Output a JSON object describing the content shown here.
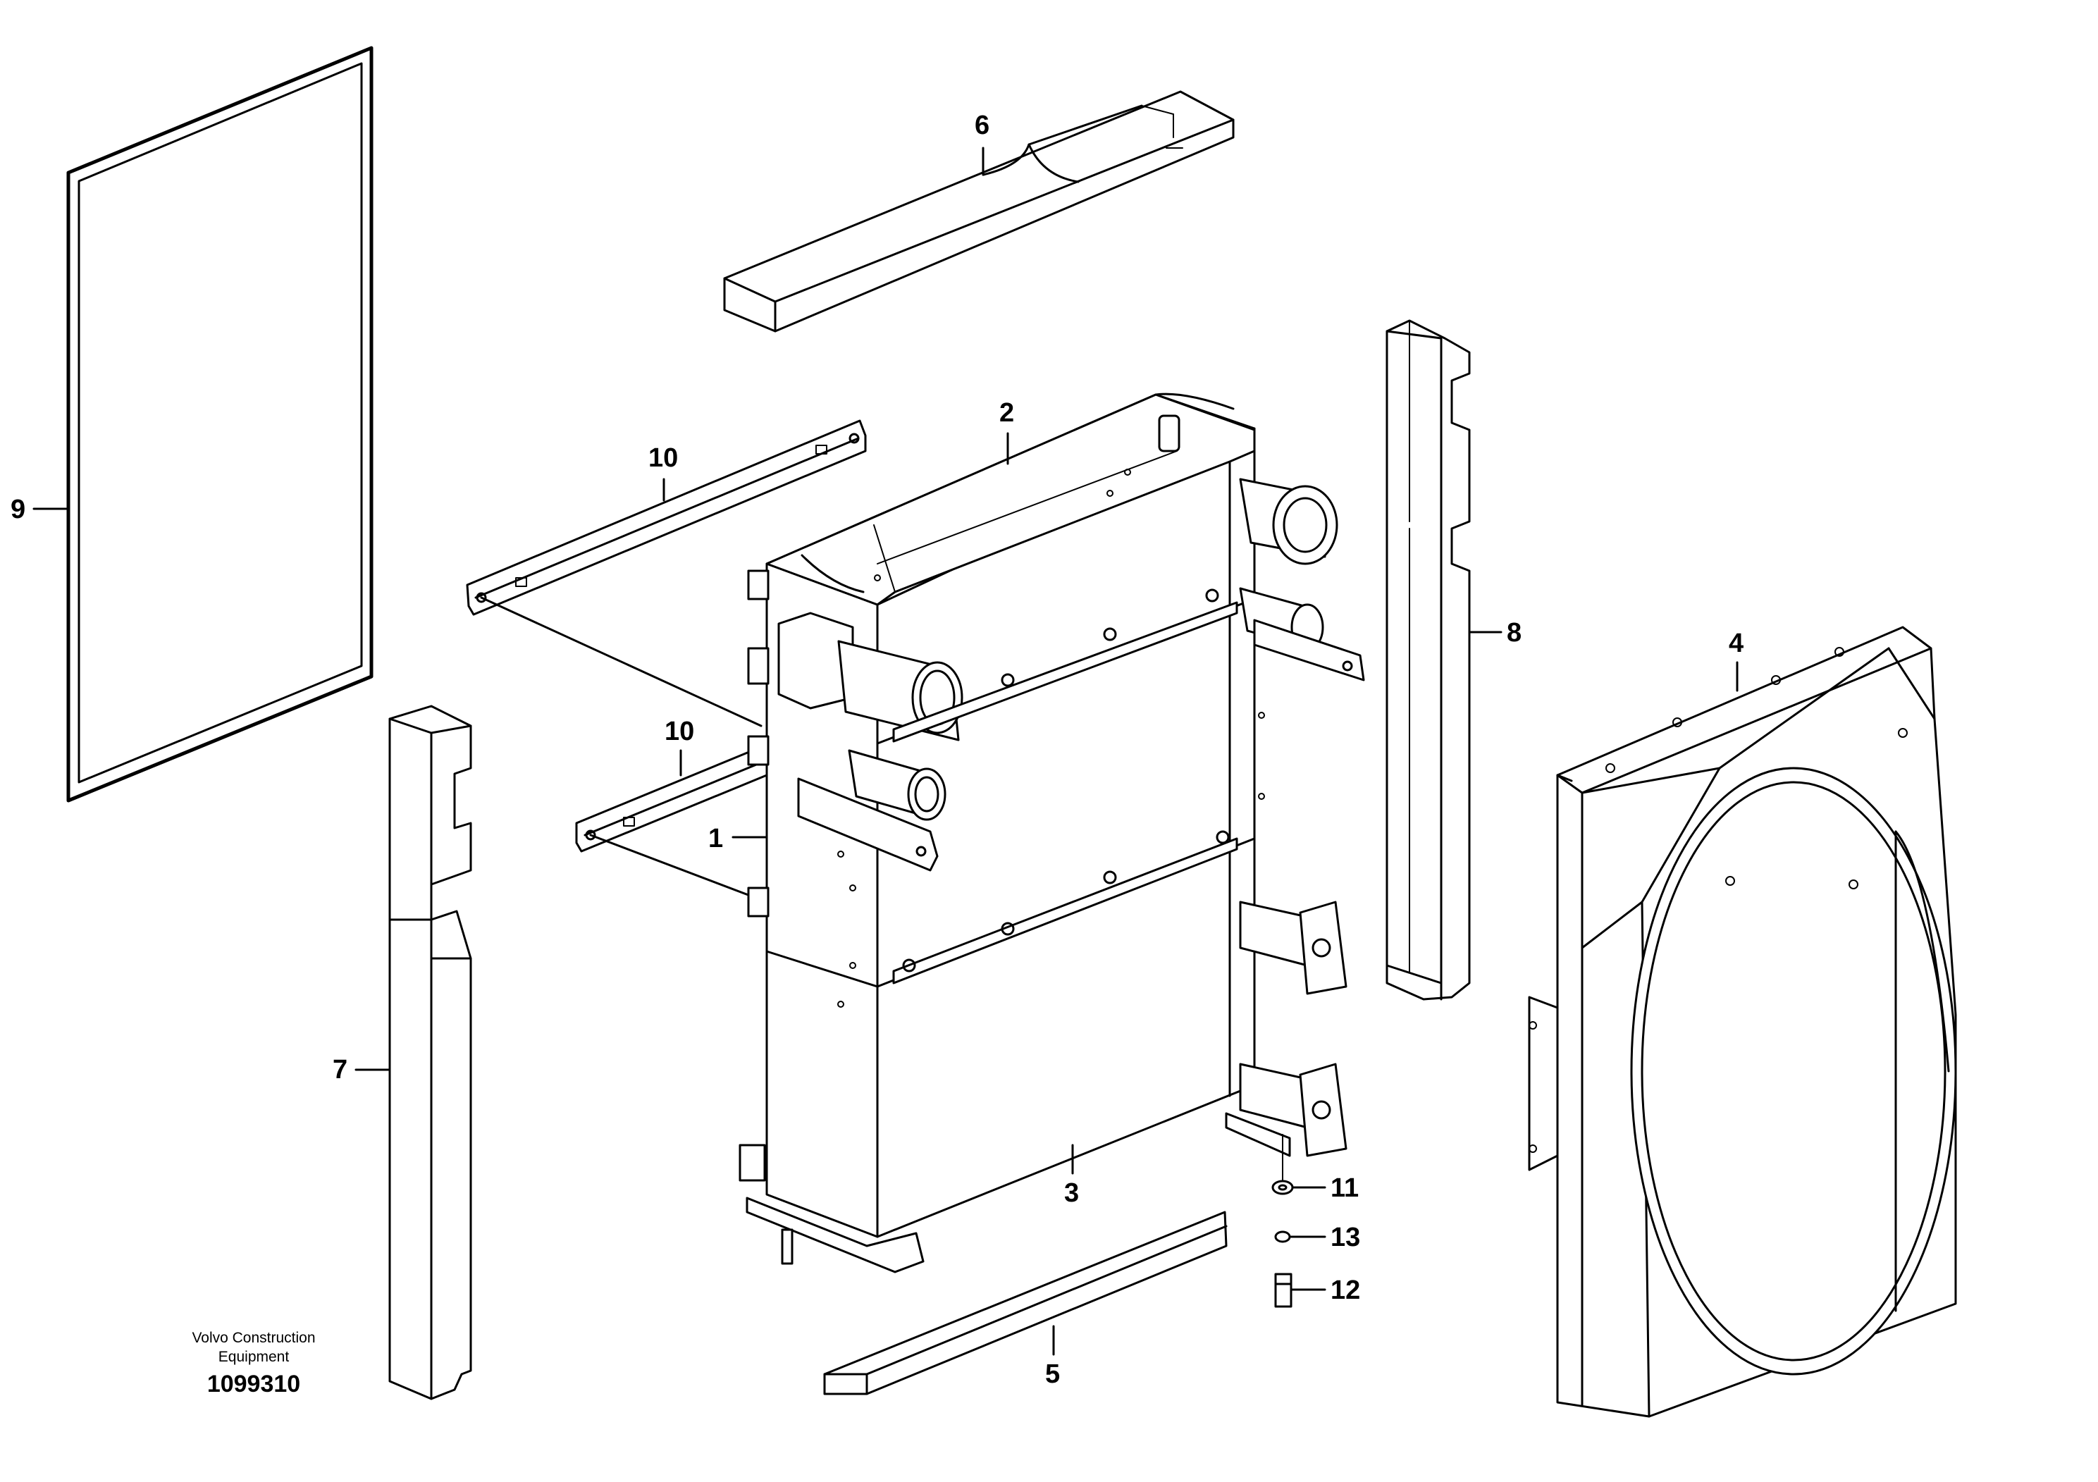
{
  "callouts": {
    "c1": "1",
    "c2": "2",
    "c3": "3",
    "c4": "4",
    "c5": "5",
    "c6": "6",
    "c7": "7",
    "c8": "8",
    "c9": "9",
    "c10a": "10",
    "c10b": "10",
    "c11": "11",
    "c12": "12",
    "c13": "13"
  },
  "caption": {
    "line1": "Volvo Construction",
    "line2": "Equipment",
    "ref": "1099310"
  }
}
